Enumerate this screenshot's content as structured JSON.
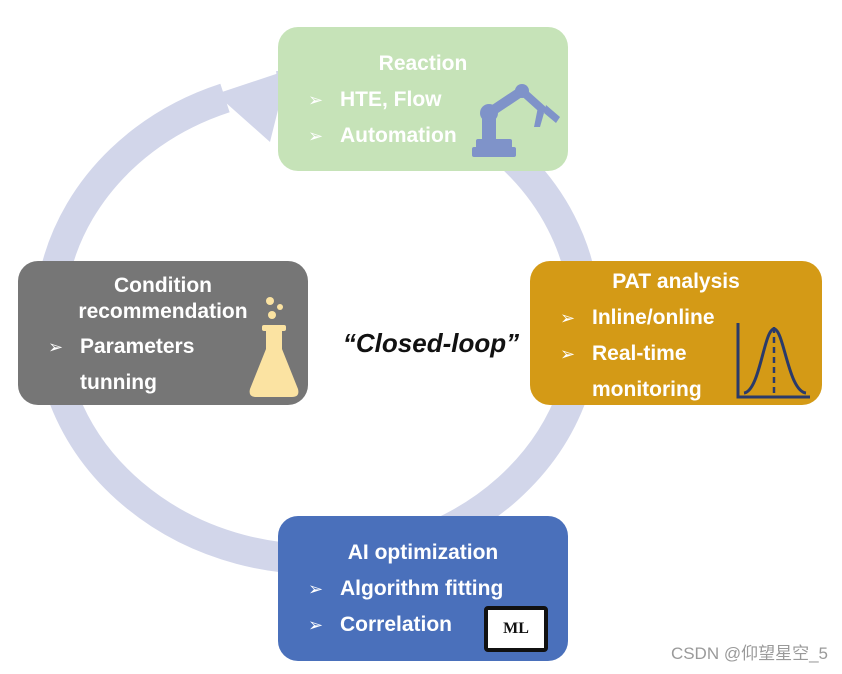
{
  "center_label": "“Closed-loop”",
  "watermark": "CSDN @仰望星空_5",
  "reaction": {
    "title": "Reaction",
    "bullets": [
      "HTE, Flow",
      "Automation"
    ],
    "icon": "robot-arm-icon"
  },
  "pat": {
    "title": "PAT analysis",
    "bullets": [
      "Inline/online",
      "Real-time"
    ],
    "continuation": "monitoring",
    "icon": "peak-chart-icon"
  },
  "ai": {
    "title": "AI optimization",
    "bullets": [
      "Algorithm fitting",
      "Correlation"
    ],
    "icon": "ml-monitor-icon",
    "icon_text": "ML"
  },
  "condition": {
    "title_line1": "Condition",
    "title_line2": "recommendation",
    "bullets": [
      "Parameters"
    ],
    "continuation": "tunning",
    "icon": "flask-icon"
  },
  "bullet_marker": "➢",
  "colors": {
    "ring": "#d2d6ea",
    "reaction": "#c6e3b8",
    "pat": "#d49a16",
    "ai": "#4a70bb",
    "condition": "#767676",
    "robot_icon": "#7f93c9",
    "flask_icon": "#fbe3a2"
  }
}
